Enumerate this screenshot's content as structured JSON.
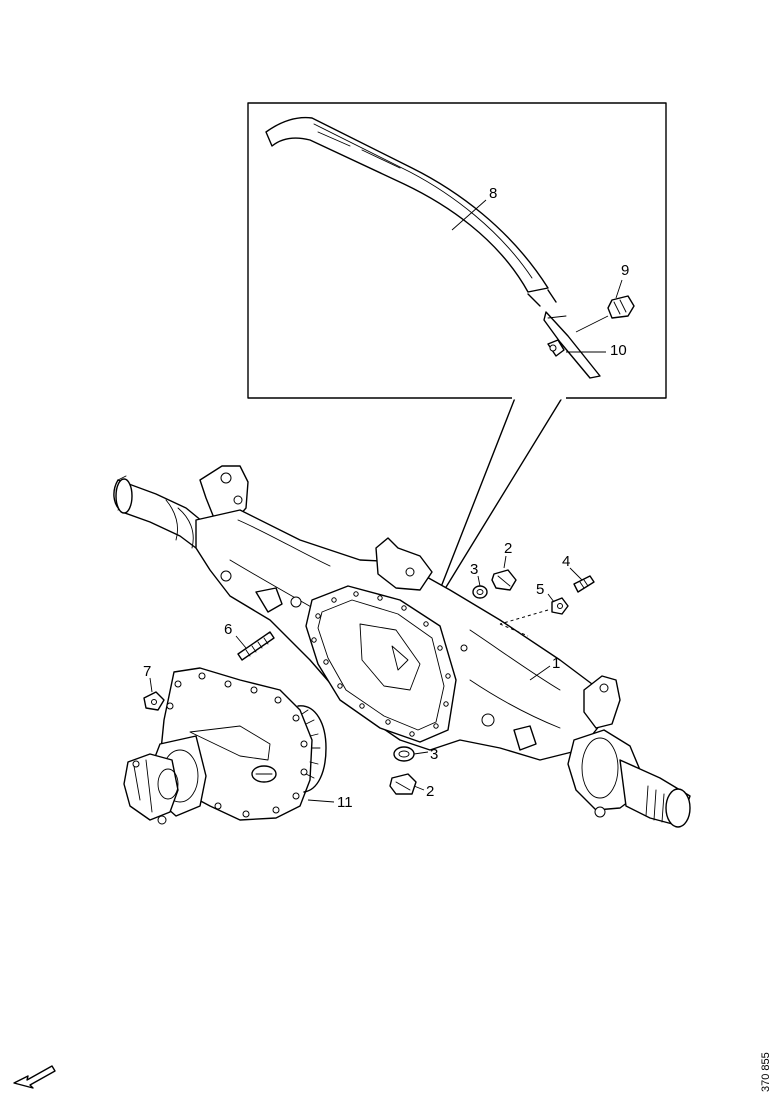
{
  "diagram": {
    "callouts": {
      "c1": "1",
      "c2a": "2",
      "c2b": "2",
      "c3a": "3",
      "c3b": "3",
      "c4": "4",
      "c5": "5",
      "c6": "6",
      "c7": "7",
      "c8": "8",
      "c9": "9",
      "c10": "10",
      "c11": "11"
    },
    "drawing_code": "370 855",
    "icons": {
      "orientation": "direction-arrow-icon"
    }
  }
}
